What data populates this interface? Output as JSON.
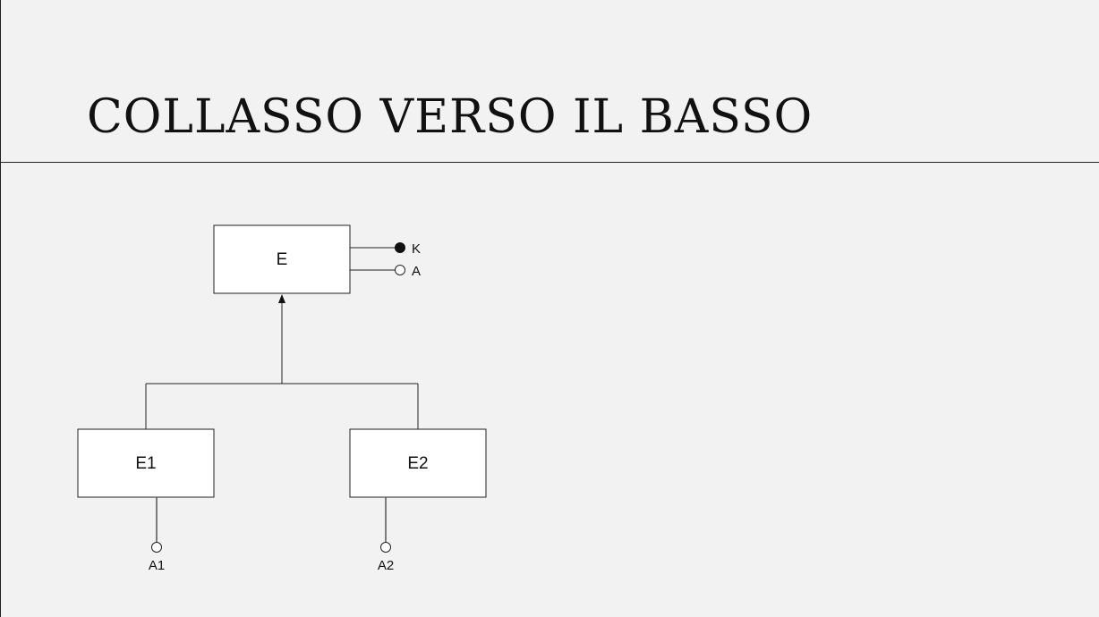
{
  "slide": {
    "title": "COLLASSO VERSO IL BASSO"
  },
  "diagram": {
    "entities": {
      "parent": "E",
      "child1": "E1",
      "child2": "E2"
    },
    "attributes": {
      "key": "K",
      "parent_attr": "A",
      "child1_attr": "A1",
      "child2_attr": "A2"
    }
  }
}
